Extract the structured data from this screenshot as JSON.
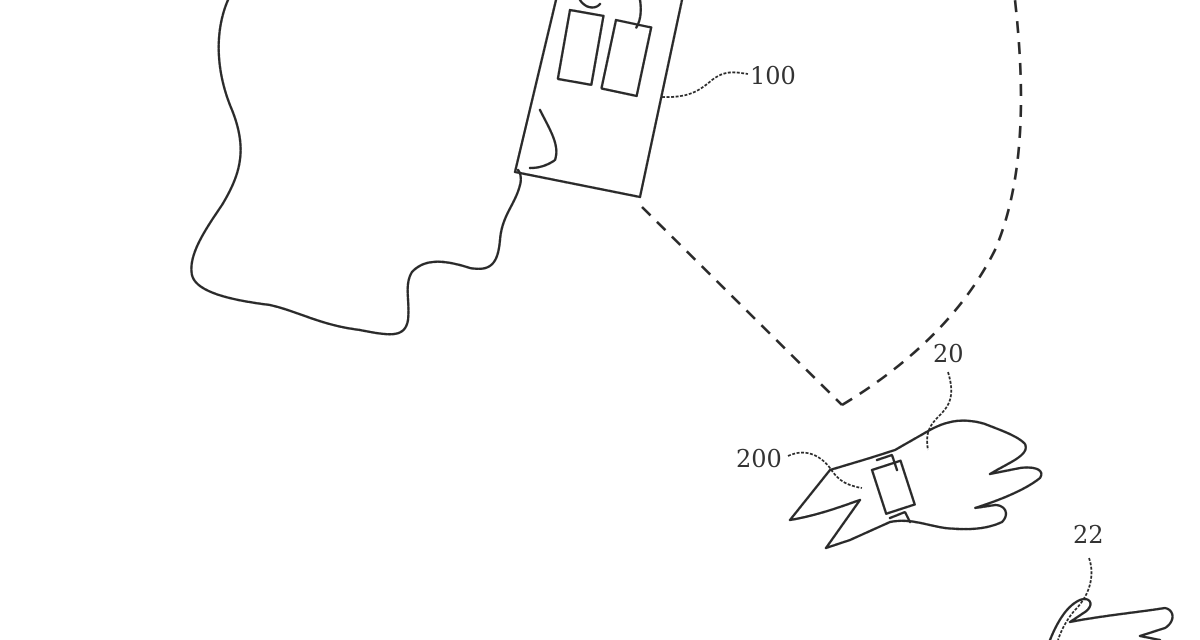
{
  "figure": {
    "labels": {
      "headset": "100",
      "user_hand": "20",
      "wrist_device": "200",
      "other_hand": "22"
    },
    "colors": {
      "line": "#2a2a2a",
      "background": "#ffffff"
    }
  }
}
